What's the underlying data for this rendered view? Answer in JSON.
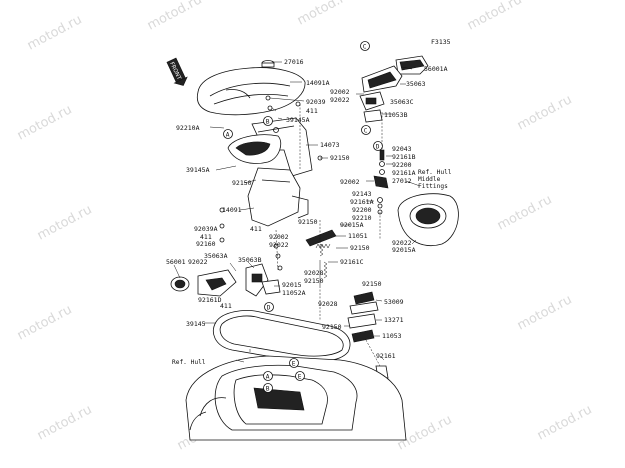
{
  "watermark": "motod.ru",
  "figure_code": "F3135",
  "front_label": "FRONT",
  "references": {
    "ref_hull_middle": [
      "Ref. Hull",
      "Middle",
      "Fittings"
    ],
    "ref_hull": "Ref. Hull"
  },
  "callouts": [
    "A",
    "B",
    "C",
    "D",
    "A",
    "B",
    "C",
    "D",
    "E",
    "E"
  ],
  "parts": [
    "27016",
    "14091A",
    "92039",
    "411",
    "39145A",
    "92210A",
    "14073",
    "92150",
    "39145A",
    "92150",
    "14091",
    "92039A",
    "411",
    "92160",
    "411",
    "92002",
    "92022",
    "56001",
    "92022",
    "35063A",
    "35063B",
    "92161D",
    "411",
    "92015",
    "11052A",
    "92150",
    "92015A",
    "11051",
    "92150",
    "92161C",
    "92028",
    "92150",
    "92028",
    "92150",
    "53009",
    "13271",
    "92150",
    "11053",
    "39145",
    "92161",
    "56001A",
    "35063",
    "92002",
    "92022",
    "35063C",
    "11053B",
    "92043",
    "92161B",
    "92200",
    "92161A",
    "92002",
    "27012",
    "92143",
    "92161A",
    "92200",
    "92210",
    "92022",
    "92015A"
  ]
}
